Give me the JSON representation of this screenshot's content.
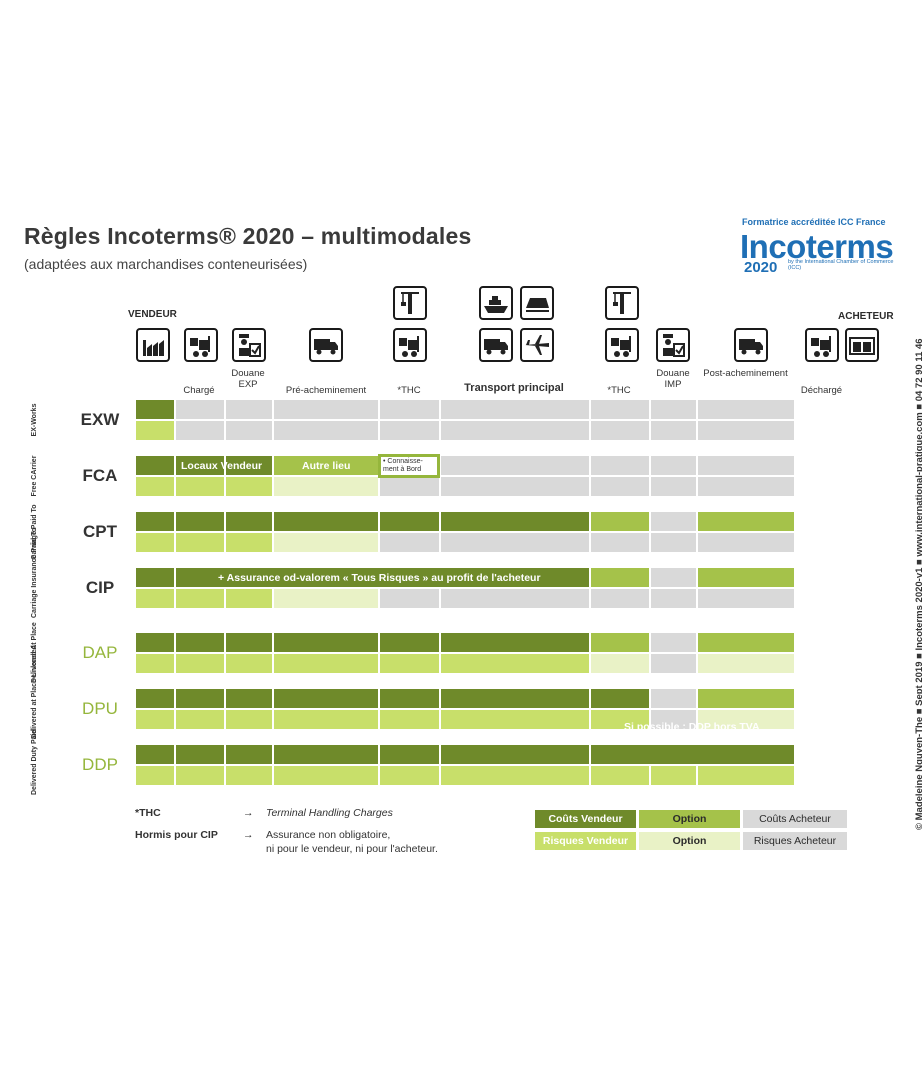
{
  "header": {
    "title": "Règles Incoterms® 2020 – multimodales",
    "subtitle": "(adaptées aux marchandises conteneurisées)"
  },
  "logo": {
    "accreditation": "Formatrice accréditée ICC France",
    "word": "Incoterms",
    "year": "2020",
    "by": "by the International Chamber of Commerce (ICC)"
  },
  "side_credit": "© Madeleine Nguyen-The ■ Sept 2019 ■ Incoterms 2020-v1 ■ www.international-pratique.com ■ 04 72 90 11 46",
  "parties": {
    "seller": "VENDEUR",
    "buyer": "ACHETEUR"
  },
  "columns": [
    {
      "label": ""
    },
    {
      "label": "Chargé"
    },
    {
      "label": "Douane EXP"
    },
    {
      "label": "Pré-acheminement"
    },
    {
      "label": "*THC"
    },
    {
      "label": "Transport principal"
    },
    {
      "label": "*THC"
    },
    {
      "label": "Douane IMP"
    },
    {
      "label": "Post-acheminement"
    },
    {
      "label": "Déchargé"
    }
  ],
  "rows": [
    {
      "code": "EXW",
      "name": "EX-Works"
    },
    {
      "code": "FCA",
      "name": "Free CArrier"
    },
    {
      "code": "CPT",
      "name": "Carriage Paid To"
    },
    {
      "code": "CIP",
      "name": "Carriage Insurance Paid To"
    },
    {
      "code": "DAP",
      "name": "Delivered At Place"
    },
    {
      "code": "DPU",
      "name": "Delivered at Place Unloaded"
    },
    {
      "code": "DDP",
      "name": "Delivered Duty Paid"
    }
  ],
  "cell_notes": {
    "fca_locaux": "Locaux Vendeur",
    "fca_autre": "Autre lieu",
    "fca_conn": "• Connaisse-ment à Bord",
    "cip_assurance": "+ Assurance od-valorem « Tous Risques » au profit de l'acheteur",
    "ddp_tva": "Si possible : DDP hors TVA"
  },
  "footnotes": {
    "thc_label": "*THC",
    "thc_arrow": "→",
    "thc_text": "Terminal Handling Charges",
    "cip_label": "Hormis pour CIP",
    "cip_arrow": "→",
    "cip_text_1": "Assurance non obligatoire,",
    "cip_text_2": "ni pour le vendeur, ni pour l'acheteur."
  },
  "legend": {
    "couts_vendeur": "Coûts Vendeur",
    "option_1": "Option",
    "couts_acheteur": "Coûts Acheteur",
    "risques_vendeur": "Risques Vendeur",
    "option_2": "Option",
    "risques_acheteur": "Risques Acheteur"
  },
  "colors": {
    "dark_green": "#6f8a2a",
    "mid_green": "#a5c24a",
    "light_green": "#c8df6a",
    "pale_green": "#e9f2c6",
    "grey": "#d9d9d9",
    "title_green": "#95b63c",
    "logo_blue": "#1f6fb5"
  }
}
